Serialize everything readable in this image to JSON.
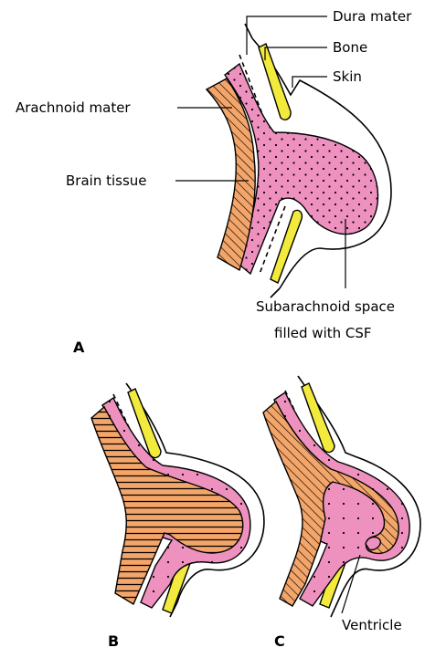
{
  "labels": {
    "dura": "Dura mater",
    "bone": "Bone",
    "skin": "Skin",
    "arachnoid": "Arachnoid mater",
    "brain": "Brain tissue",
    "subarachnoid_line1": "Subarachnoid space",
    "subarachnoid_line2": "filled with CSF",
    "ventricle": "Ventricle"
  },
  "panels": {
    "a": "A",
    "b": "B",
    "c": "C"
  },
  "colors": {
    "bone": "#f2ea3c",
    "arachnoid": "#ee91bf",
    "brain": "#f4a66a",
    "line": "#000000"
  }
}
